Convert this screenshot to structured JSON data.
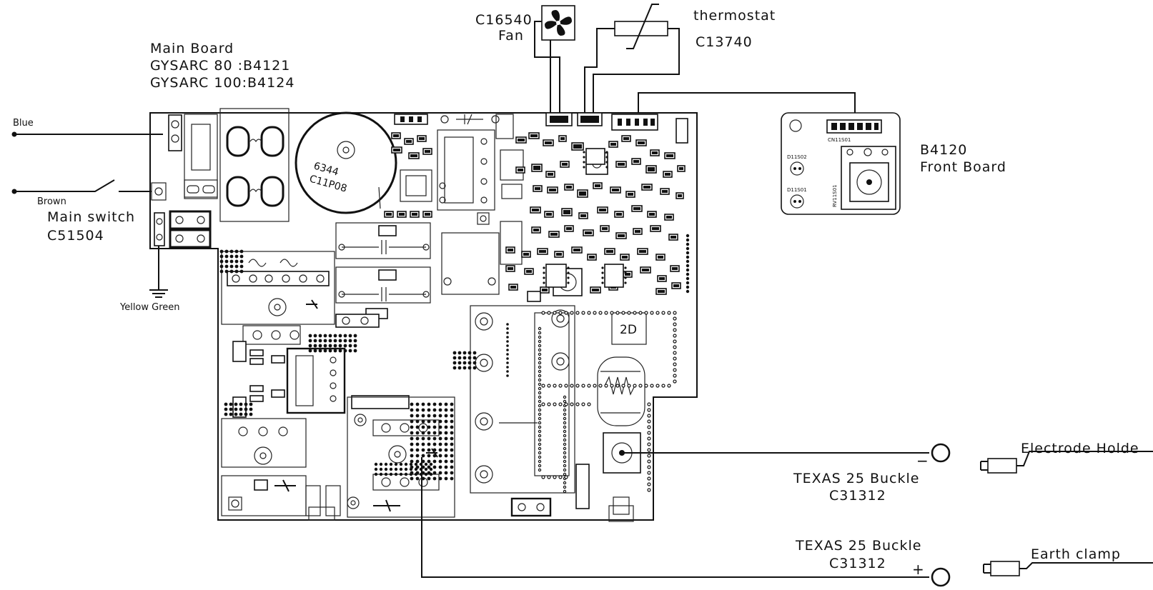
{
  "labels": {
    "main_board_title": "Main Board",
    "main_board_line1": "GYSARC 80 :B4121",
    "main_board_line2": "GYSARC 100:B4124",
    "fan_code": "C16540",
    "fan_label": "Fan",
    "thermostat_label": "thermostat",
    "thermostat_code": "C13740",
    "front_board_code": "B4120",
    "front_board_label": "Front Board",
    "blue": "Blue",
    "brown": "Brown",
    "main_switch_label": "Main switch",
    "main_switch_code": "C51504",
    "yellow_green": "Yellow Green",
    "buckle1_label": "TEXAS 25 Buckle",
    "buckle1_code": "C31312",
    "buckle2_label": "TEXAS 25 Buckle",
    "buckle2_code": "C31312",
    "electrode_holder": "Electrode Holde",
    "earth_clamp": "Earth clamp",
    "minus": "−",
    "plus": "+",
    "board_mark_2d": "2D",
    "transformer_mark_1": "6344",
    "transformer_mark_2": "C11P08",
    "front_conn_label": "CN11S01",
    "front_led1": "D11S02",
    "front_led2": "D11S01",
    "front_pot": "RV11S01"
  }
}
